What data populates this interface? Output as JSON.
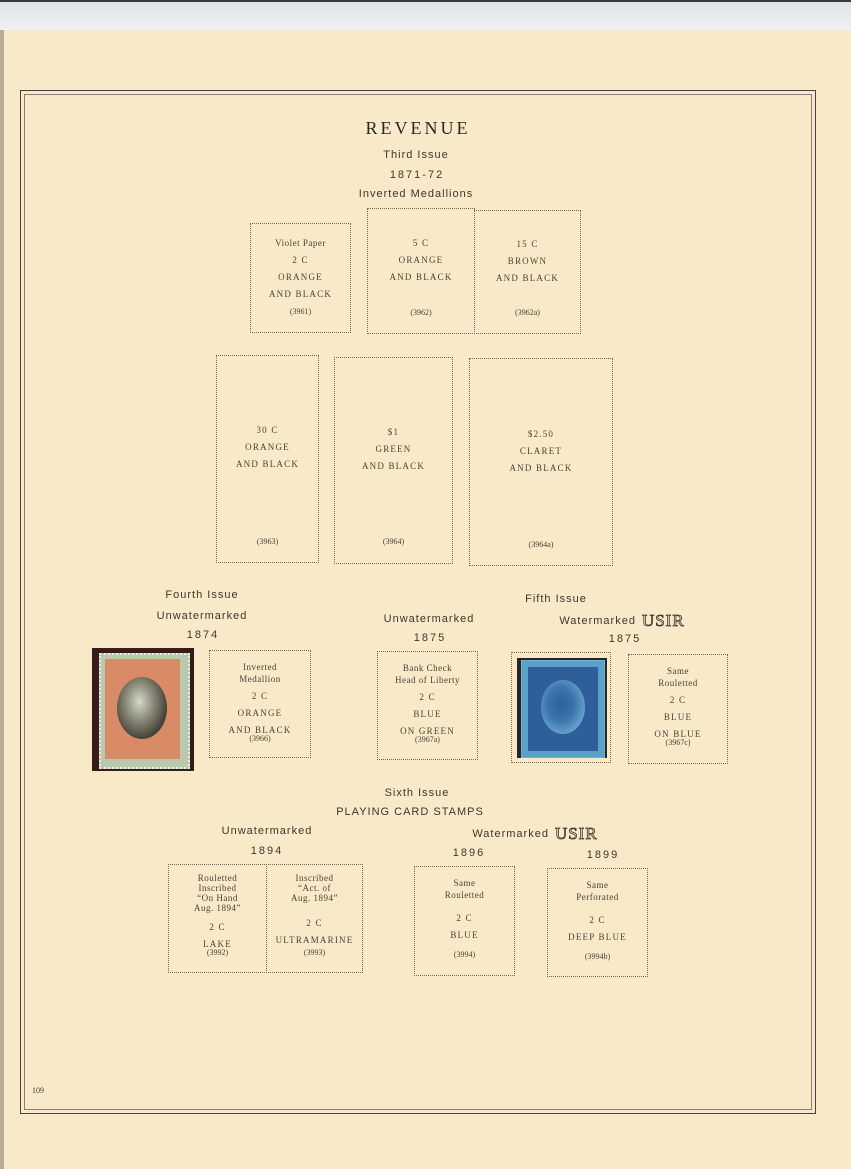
{
  "header": {
    "title": "REVENUE",
    "issue": "Third Issue",
    "years": "1871-72",
    "subtitle": "Inverted Medallions"
  },
  "third_issue": {
    "row1": [
      {
        "top": "Violet Paper",
        "value": "2 C",
        "color1": "ORANGE",
        "color2": "AND BLACK",
        "catalog": "(3961)"
      },
      {
        "top": "",
        "value": "5 C",
        "color1": "ORANGE",
        "color2": "AND BLACK",
        "catalog": "(3962)"
      },
      {
        "top": "",
        "value": "15 C",
        "color1": "BROWN",
        "color2": "AND BLACK",
        "catalog": "(3962a)"
      }
    ],
    "row2": [
      {
        "value": "30 C",
        "color1": "ORANGE",
        "color2": "AND BLACK",
        "catalog": "(3963)"
      },
      {
        "value": "$1",
        "color1": "GREEN",
        "color2": "AND BLACK",
        "catalog": "(3964)"
      },
      {
        "value": "$2.50",
        "color1": "CLARET",
        "color2": "AND BLACK",
        "catalog": "(3964a)"
      }
    ]
  },
  "fourth_issue": {
    "heading": "Fourth Issue",
    "left": {
      "watermark": "Unwatermarked",
      "year": "1874"
    },
    "right": {
      "watermark": "Unwatermarked",
      "year": "1875"
    },
    "boxes": [
      {
        "top1": "Inverted",
        "top2": "Medallion",
        "value": "2 C",
        "color1": "ORANGE",
        "color2": "AND BLACK",
        "catalog": "(3966)"
      },
      {
        "top1": "Bank Check",
        "top2": "Head of Liberty",
        "value": "2 C",
        "color1": "BLUE",
        "color2": "ON GREEN",
        "catalog": "(3967a)"
      }
    ]
  },
  "fifth_issue": {
    "heading": "Fifth Issue",
    "watermark": "Watermarked",
    "watermark_mark": "USIR",
    "year": "1875",
    "box": {
      "top1": "Same",
      "top2": "Rouletted",
      "value": "2 C",
      "color1": "BLUE",
      "color2": "ON BLUE",
      "catalog": "(3967c)"
    }
  },
  "sixth_issue": {
    "heading": "Sixth Issue",
    "subheading": "PLAYING CARD STAMPS",
    "left": {
      "watermark": "Unwatermarked",
      "year": "1894"
    },
    "right": {
      "watermark": "Watermarked",
      "watermark_mark": "USIR",
      "year1": "1896",
      "year2": "1899"
    },
    "boxes": [
      {
        "l1": "Rouletted",
        "l2": "Inscribed",
        "l3": "“On Hand",
        "l4": "Aug. 1894”",
        "value": "2 C",
        "color": "LAKE",
        "catalog": "(3992)"
      },
      {
        "l1": "Inscribed",
        "l2": "“Act. of",
        "l3": "Aug. 1894”",
        "value": "2 C",
        "color": "ULTRAMARINE",
        "catalog": "(3993)"
      },
      {
        "l1": "Same",
        "l2": "Rouletted",
        "value": "2 C",
        "color": "BLUE",
        "catalog": "(3994)"
      },
      {
        "l1": "Same",
        "l2": "Perforated",
        "value": "2 C",
        "color": "DEEP BLUE",
        "catalog": "(3994b)"
      }
    ]
  },
  "stamps": {
    "stamp1": {
      "colors": {
        "frame": "#d98a66",
        "center": "#3c3a30",
        "paper": "#b9c9ad",
        "mount": "#3a1a18"
      }
    },
    "stamp2": {
      "colors": {
        "frame": "#2f5f9a",
        "center": "#5b8fc0",
        "paper": "#5aa0c8",
        "mount": "#2a2420"
      }
    }
  },
  "footer": {
    "page_number": "109"
  }
}
